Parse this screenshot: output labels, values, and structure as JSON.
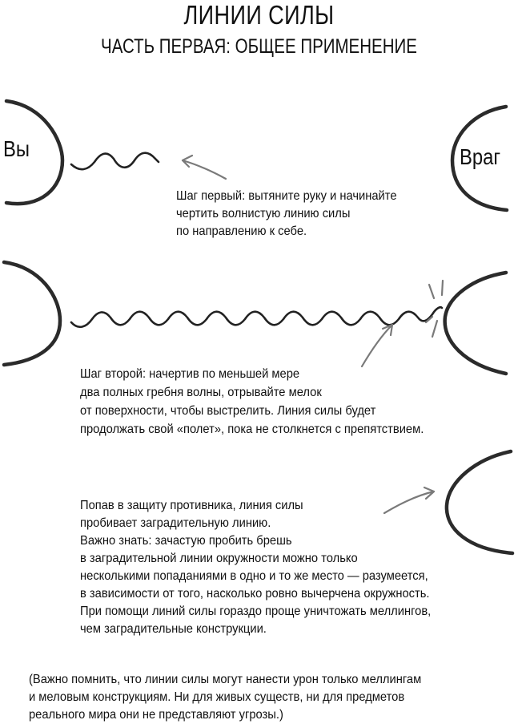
{
  "header": {
    "title": "ЛИНИИ СИЛЫ",
    "subtitle": "ЧАСТЬ ПЕРВАЯ: ОБЩЕЕ ПРИМЕНЕНИЕ"
  },
  "diagram1": {
    "left_label": "Вы",
    "right_label": "Враг",
    "caption": [
      "Шаг первый: вытяните руку и начинайте",
      "чертить волнистую линию силы",
      "по направлению к себе."
    ]
  },
  "diagram2": {
    "caption": [
      "Шаг второй: начертив по меньшей мере",
      "два полных гребня волны, отрывайте мелок",
      "от поверхности, чтобы выстрелить. Линия силы будет",
      "продолжать свой «полет», пока не столкнется с препятствием."
    ]
  },
  "diagram3": {
    "caption": [
      "Попав в защиту противника, линия силы",
      "пробивает заградительную линию.",
      "Важно знать: зачастую пробить брешь",
      "в заградительной линии окружности можно только",
      "несколькими попаданиями в одно и то же место — разумеется,",
      "в зависимости от того, насколько ровно вычерчена окружность.",
      "При помощи линий силы гораздо проще уничтожать меллингов,",
      "чем заградительные конструкции."
    ]
  },
  "footnote": [
    "(Важно помнить, что линии силы могут нанести урон только меллингам",
    "и меловым конструкциям. Ни для живых существ, ни для предметов",
    "реального мира они не представляют угрозы.)"
  ]
}
